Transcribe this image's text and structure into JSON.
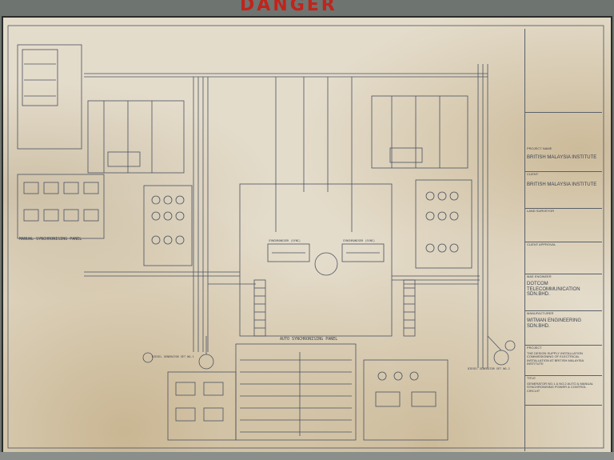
{
  "header": {
    "danger_sign": "DANGER"
  },
  "panels": {
    "manual_sync": "MANUAL SYNCHRONISING PANEL",
    "auto_sync": "AUTO SYNCHRONISING PANEL",
    "sync_unit_left": "SYNCHRONISER (SYNC)",
    "sync_unit_right": "SYNCHRONISER (SYNC)"
  },
  "loads": {
    "gen_left": "DIESEL GENERATOR SET NO.1",
    "gen_right": "DIESEL GENERATOR SET NO.2"
  },
  "title_block": {
    "project_name_label": "PROJECT NAME",
    "project_name": "BRITISH MALAYSIA INSTITUTE",
    "client_label": "CLIENT",
    "client": "BRITISH MALAYSIA INSTITUTE",
    "consultant_label": "LAND SURVEYOR",
    "approval_label": "CLIENT APPROVAL",
    "engineer_label": "M&E ENGINEER",
    "engineer_name": "DOTCOM TELECOMMUNICATION SDN.BHD.",
    "contractor_label": "MANUFACTURER",
    "contractor_name": "WITMAN ENGINEERING SDN.BHD.",
    "project_label": "PROJECT",
    "project_desc": "THE DESIGN SUPPLY INSTALLATION COMMISSIONING OF ELECTRICAL INSTALLATION AT BRITISH MALAYSIA INSTITUTE",
    "title_label": "TITLE",
    "title_desc": "GENERATOR NO.1 & NO.2 AUTO & MANUAL SYNCHRONISING POWER & CONTROL CIRCUIT"
  }
}
